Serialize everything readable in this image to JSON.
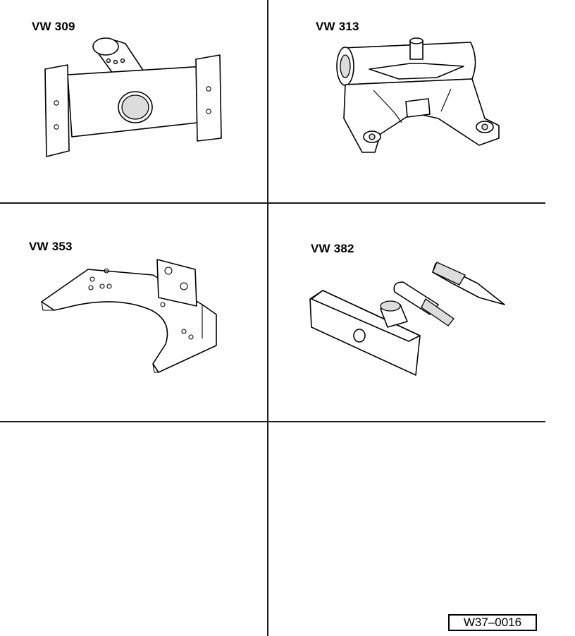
{
  "tools": [
    {
      "id": "vw309",
      "label": "VW 309"
    },
    {
      "id": "vw313",
      "label": "VW 313"
    },
    {
      "id": "vw353",
      "label": "VW 353"
    },
    {
      "id": "vw382",
      "label": "VW 382"
    }
  ],
  "figure_ref": "W37–0016"
}
